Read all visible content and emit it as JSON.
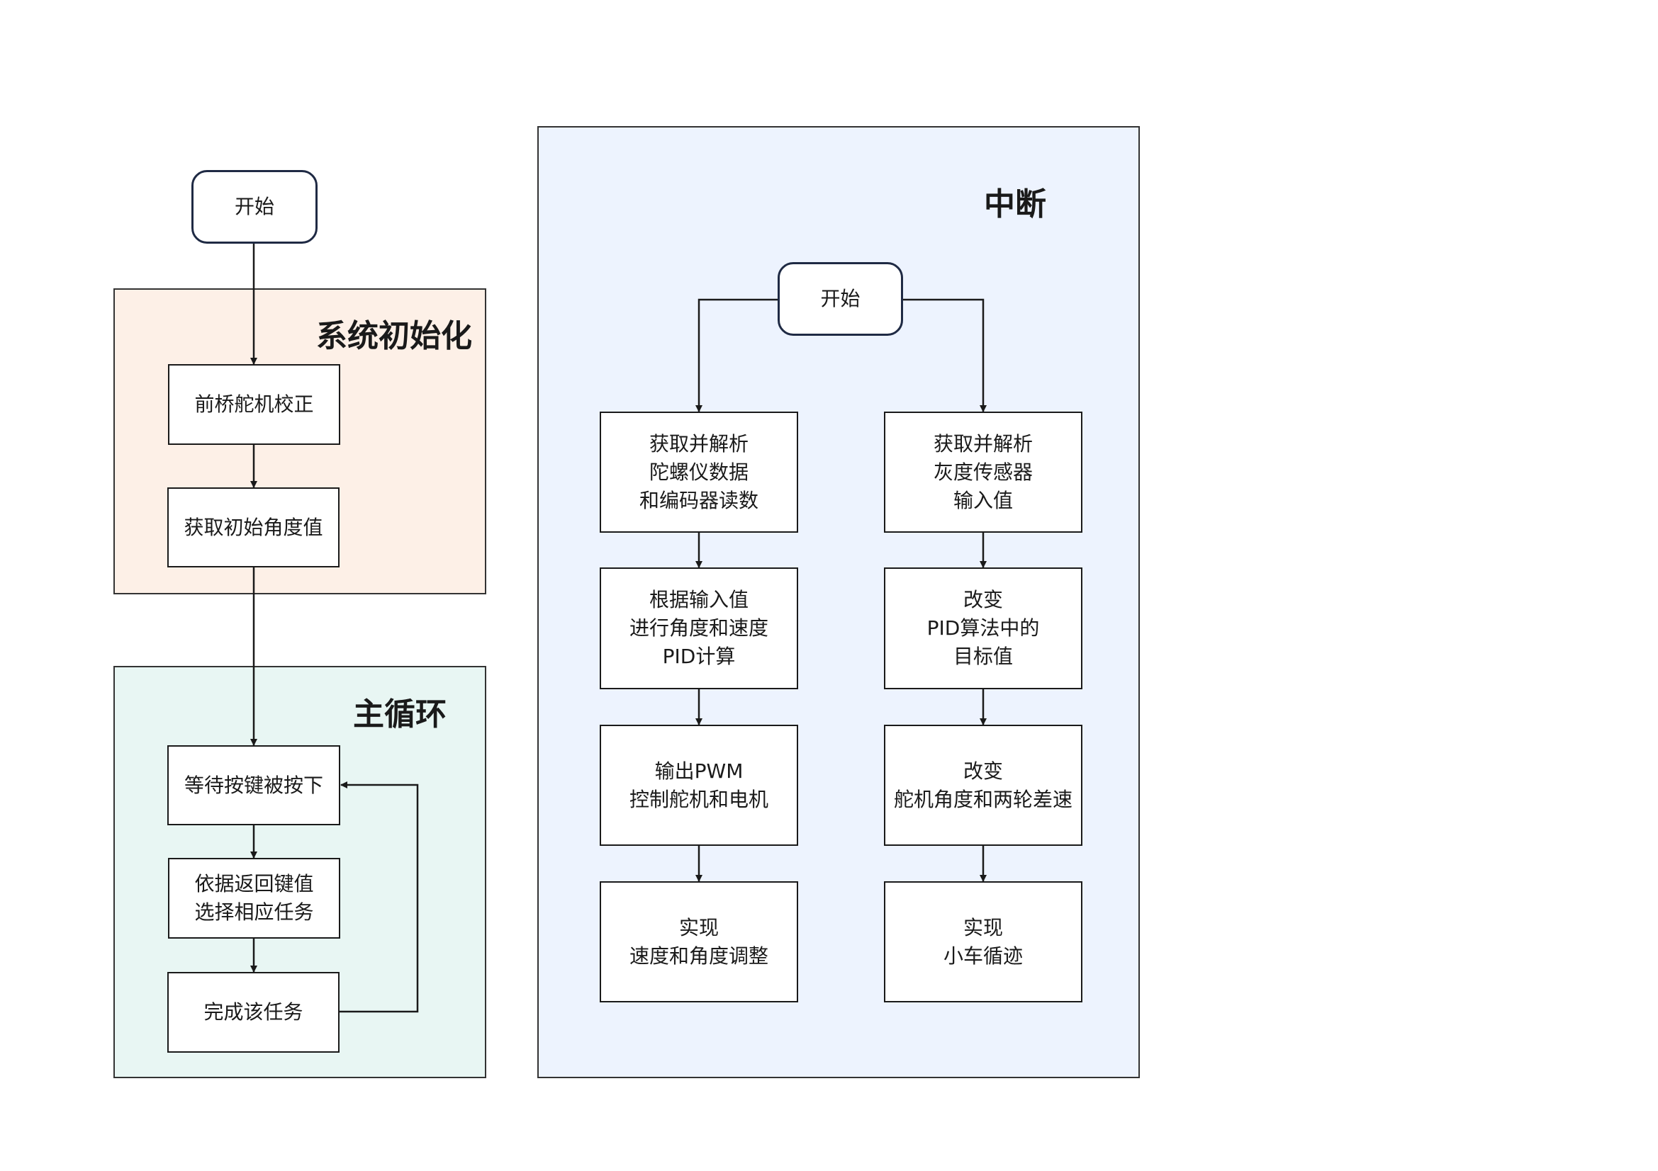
{
  "groups": {
    "init": {
      "title": "系统初始化",
      "fill": "#fdf0e7"
    },
    "loop": {
      "title": "主循环",
      "fill": "#e8f6f3"
    },
    "interrupt": {
      "title": "中断",
      "fill": "#edf3fe"
    }
  },
  "nodes": {
    "start_main": "开始",
    "servo_calib": "前桥舵机校正",
    "init_angle": "获取初始角度值",
    "wait_key": "等待按键被按下",
    "select_task": "依据返回键值\n选择相应任务",
    "complete_task": "完成该任务",
    "start_int": "开始",
    "gyro_parse": "获取并解析\n陀螺仪数据\n和编码器读数",
    "pid_calc": "根据输入值\n进行角度和速度\nPID计算",
    "pwm_out": "输出PWM\n控制舵机和电机",
    "speed_adjust": "实现\n速度和角度调整",
    "gray_parse": "获取并解析\n灰度传感器\n输入值",
    "pid_target": "改变\nPID算法中的\n目标值",
    "servo_diff": "改变\n舵机角度和两轮差速",
    "line_follow": "实现\n小车循迹"
  }
}
